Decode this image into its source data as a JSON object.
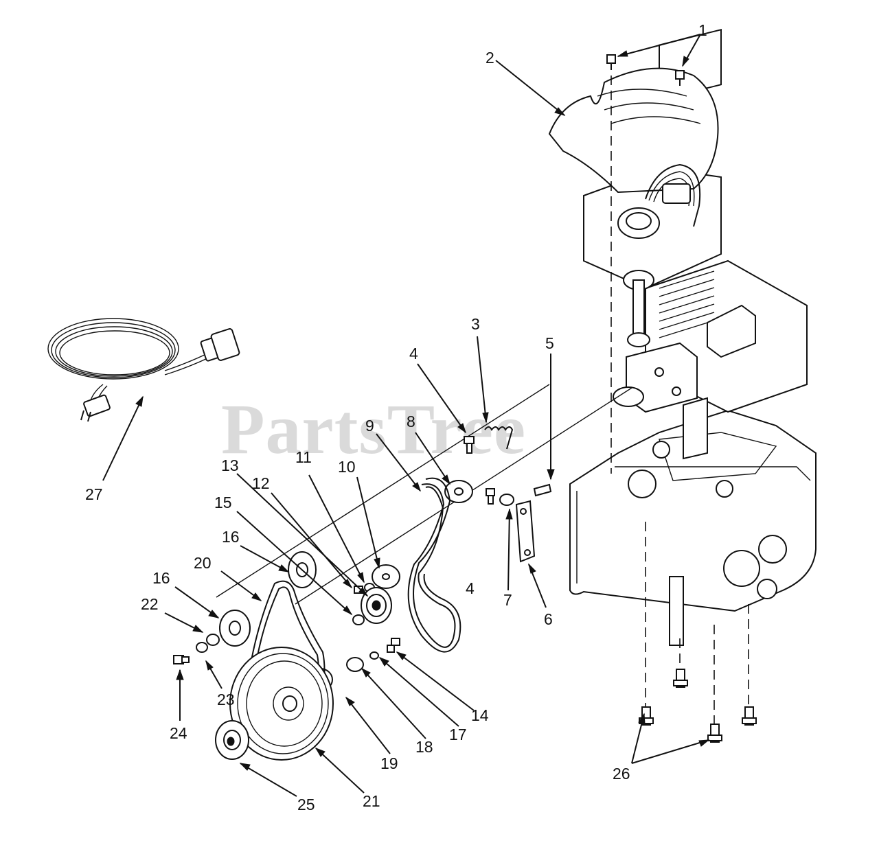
{
  "watermark": "PartsTree",
  "callouts": [
    {
      "id": "1",
      "text": "1"
    },
    {
      "id": "2",
      "text": "2"
    },
    {
      "id": "3",
      "text": "3"
    },
    {
      "id": "4a",
      "text": "4"
    },
    {
      "id": "4b",
      "text": "4"
    },
    {
      "id": "5",
      "text": "5"
    },
    {
      "id": "6",
      "text": "6"
    },
    {
      "id": "7",
      "text": "7"
    },
    {
      "id": "8",
      "text": "8"
    },
    {
      "id": "9",
      "text": "9"
    },
    {
      "id": "10",
      "text": "10"
    },
    {
      "id": "11",
      "text": "11"
    },
    {
      "id": "12",
      "text": "12"
    },
    {
      "id": "13",
      "text": "13"
    },
    {
      "id": "14",
      "text": "14"
    },
    {
      "id": "15",
      "text": "15"
    },
    {
      "id": "16a",
      "text": "16"
    },
    {
      "id": "16b",
      "text": "16"
    },
    {
      "id": "17",
      "text": "17"
    },
    {
      "id": "18",
      "text": "18"
    },
    {
      "id": "19",
      "text": "19"
    },
    {
      "id": "20",
      "text": "20"
    },
    {
      "id": "21",
      "text": "21"
    },
    {
      "id": "22",
      "text": "22"
    },
    {
      "id": "23",
      "text": "23"
    },
    {
      "id": "24",
      "text": "24"
    },
    {
      "id": "25",
      "text": "25"
    },
    {
      "id": "26",
      "text": "26"
    },
    {
      "id": "27",
      "text": "27"
    }
  ]
}
